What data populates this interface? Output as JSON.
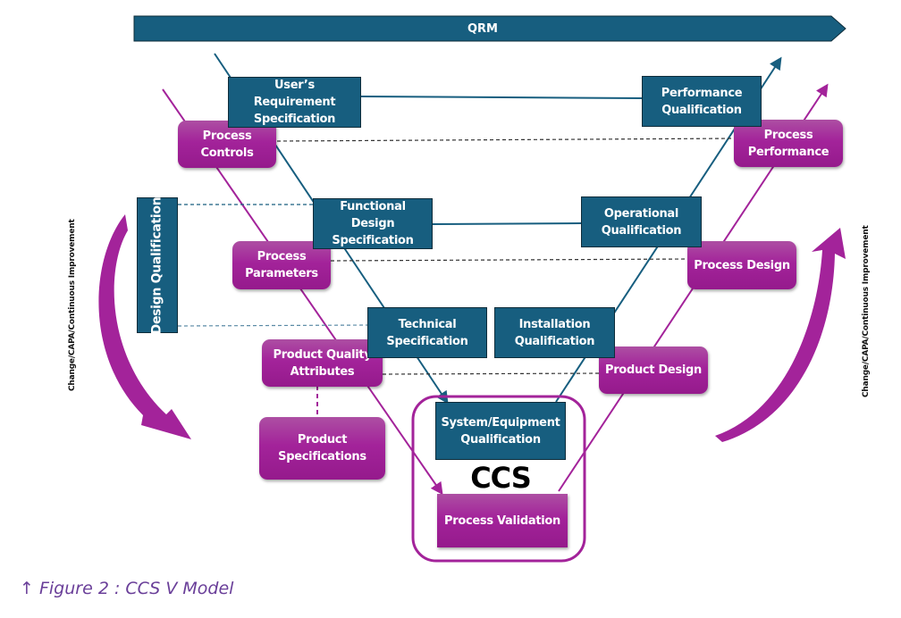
{
  "banner": {
    "label": "QRM",
    "color": "#175e7f"
  },
  "colors": {
    "specification": "#175e7f",
    "process": "#a3239a",
    "caption": "#6a3f99"
  },
  "left_arrow_label": "Change/CAPA/Continuous Improvement",
  "right_arrow_label": "Change/CAPA/Continuous Improvement",
  "design_qualification": "Design Qualification",
  "specifications": {
    "urs": "User’s Requirement Specification",
    "fds": "Functional Design Specification",
    "ts": "Technical Specification",
    "seq": "System/Equipment Qualification",
    "iq": "Installation Qualification",
    "oq": "Operational Qualification",
    "pq": "Performance Qualification"
  },
  "process_boxes": {
    "process_controls": "Process Controls",
    "process_parameters": "Process Parameters",
    "product_quality_attributes": "Product Quality Attributes",
    "product_specifications": "Product Specifications",
    "process_validation": "Process Validation",
    "product_design": "Product Design",
    "process_design": "Process Design",
    "process_performance": "Process Performance"
  },
  "ccs_label": "CCS",
  "caption": {
    "arrow": "↑",
    "text": "Figure 2 : CCS V Model"
  }
}
